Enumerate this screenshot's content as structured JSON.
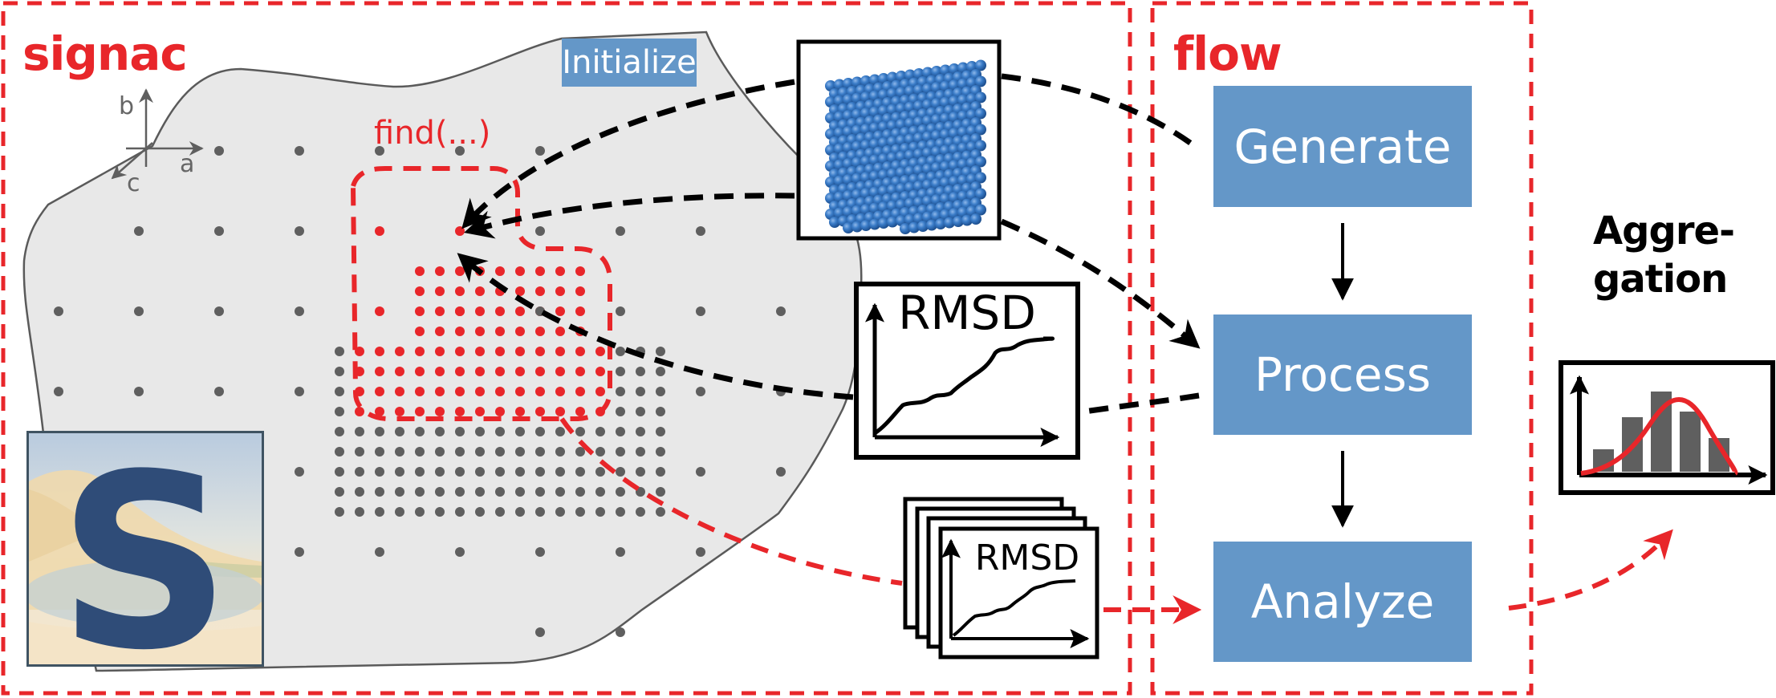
{
  "colors": {
    "red": "#e8262a",
    "blue_box": "#6497c8",
    "region_fill": "#e8e8e8",
    "dot_grey": "#5f5f5f",
    "particle_blue": "#3a7cc8",
    "black": "#000000"
  },
  "signac": {
    "title": "signac",
    "find_label": "find(...)",
    "initialize_label": "Initialize",
    "axes": {
      "a": "a",
      "b": "b",
      "c": "c"
    },
    "logo_letter": "S",
    "icons": [
      "coordinate-axes-icon",
      "signac-logo-painting",
      "particle-crystal-image",
      "rmsd-plot-icon",
      "rmsd-plot-stack-icon"
    ]
  },
  "rmsd": {
    "single_label": "RMSD",
    "stack_label": "RMSD",
    "stack_count": 4
  },
  "flow": {
    "title": "flow",
    "steps": [
      {
        "id": "generate",
        "label": "Generate"
      },
      {
        "id": "process",
        "label": "Process"
      },
      {
        "id": "analyze",
        "label": "Analyze"
      }
    ]
  },
  "aggregation": {
    "line1": "Aggre-",
    "line2": "gation",
    "histogram_bars": [
      0.28,
      0.68,
      1.0,
      0.75,
      0.42
    ]
  }
}
